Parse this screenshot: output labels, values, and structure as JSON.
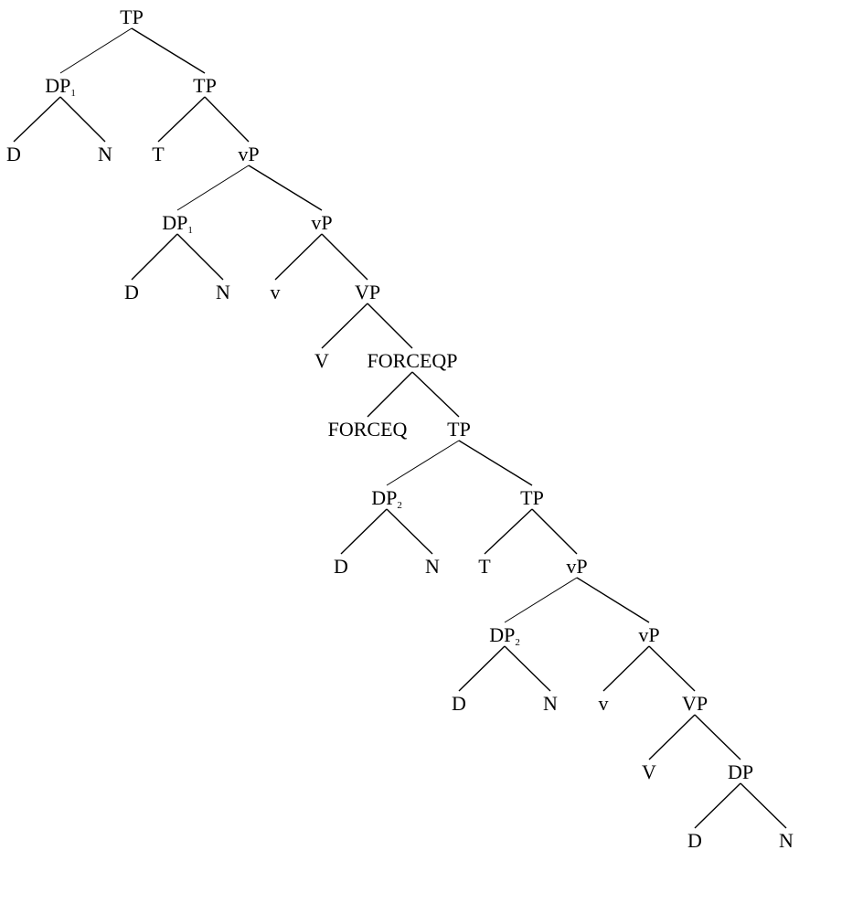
{
  "tree": {
    "nodes": [
      {
        "id": "n1",
        "label": "TP",
        "sub": ""
      },
      {
        "id": "n2",
        "label": "DP",
        "sub": "1"
      },
      {
        "id": "n3",
        "label": "TP",
        "sub": ""
      },
      {
        "id": "n4",
        "label": "D",
        "sub": ""
      },
      {
        "id": "n5",
        "label": "N",
        "sub": ""
      },
      {
        "id": "n6",
        "label": "T",
        "sub": ""
      },
      {
        "id": "n7",
        "label": "vP",
        "sub": ""
      },
      {
        "id": "n8",
        "label": "DP",
        "sub": "1"
      },
      {
        "id": "n9",
        "label": "vP",
        "sub": ""
      },
      {
        "id": "n10",
        "label": "D",
        "sub": ""
      },
      {
        "id": "n11",
        "label": "N",
        "sub": ""
      },
      {
        "id": "n12",
        "label": "v",
        "sub": ""
      },
      {
        "id": "n13",
        "label": "VP",
        "sub": ""
      },
      {
        "id": "n14",
        "label": "V",
        "sub": ""
      },
      {
        "id": "n15",
        "label": "FORCEQP",
        "sub": ""
      },
      {
        "id": "n16",
        "label": "FORCEQ",
        "sub": ""
      },
      {
        "id": "n17",
        "label": "TP",
        "sub": ""
      },
      {
        "id": "n18",
        "label": "DP",
        "sub": "2"
      },
      {
        "id": "n19",
        "label": "TP",
        "sub": ""
      },
      {
        "id": "n20",
        "label": "D",
        "sub": ""
      },
      {
        "id": "n21",
        "label": "N",
        "sub": ""
      },
      {
        "id": "n22",
        "label": "T",
        "sub": ""
      },
      {
        "id": "n23",
        "label": "vP",
        "sub": ""
      },
      {
        "id": "n24",
        "label": "DP",
        "sub": "2"
      },
      {
        "id": "n25",
        "label": "vP",
        "sub": ""
      },
      {
        "id": "n26",
        "label": "D",
        "sub": ""
      },
      {
        "id": "n27",
        "label": "N",
        "sub": ""
      },
      {
        "id": "n28",
        "label": "v",
        "sub": ""
      },
      {
        "id": "n29",
        "label": "VP",
        "sub": ""
      },
      {
        "id": "n30",
        "label": "V",
        "sub": ""
      },
      {
        "id": "n31",
        "label": "DP",
        "sub": ""
      },
      {
        "id": "n32",
        "label": "D",
        "sub": ""
      },
      {
        "id": "n33",
        "label": "N",
        "sub": ""
      }
    ],
    "edges": [
      [
        "n1",
        "n2"
      ],
      [
        "n1",
        "n3"
      ],
      [
        "n2",
        "n4"
      ],
      [
        "n2",
        "n5"
      ],
      [
        "n3",
        "n6"
      ],
      [
        "n3",
        "n7"
      ],
      [
        "n7",
        "n8"
      ],
      [
        "n7",
        "n9"
      ],
      [
        "n8",
        "n10"
      ],
      [
        "n8",
        "n11"
      ],
      [
        "n9",
        "n12"
      ],
      [
        "n9",
        "n13"
      ],
      [
        "n13",
        "n14"
      ],
      [
        "n13",
        "n15"
      ],
      [
        "n15",
        "n16"
      ],
      [
        "n15",
        "n17"
      ],
      [
        "n17",
        "n18"
      ],
      [
        "n17",
        "n19"
      ],
      [
        "n18",
        "n20"
      ],
      [
        "n18",
        "n21"
      ],
      [
        "n19",
        "n22"
      ],
      [
        "n19",
        "n23"
      ],
      [
        "n23",
        "n24"
      ],
      [
        "n23",
        "n25"
      ],
      [
        "n24",
        "n26"
      ],
      [
        "n24",
        "n27"
      ],
      [
        "n25",
        "n28"
      ],
      [
        "n25",
        "n29"
      ],
      [
        "n29",
        "n30"
      ],
      [
        "n29",
        "n31"
      ],
      [
        "n31",
        "n32"
      ],
      [
        "n31",
        "n33"
      ]
    ]
  }
}
